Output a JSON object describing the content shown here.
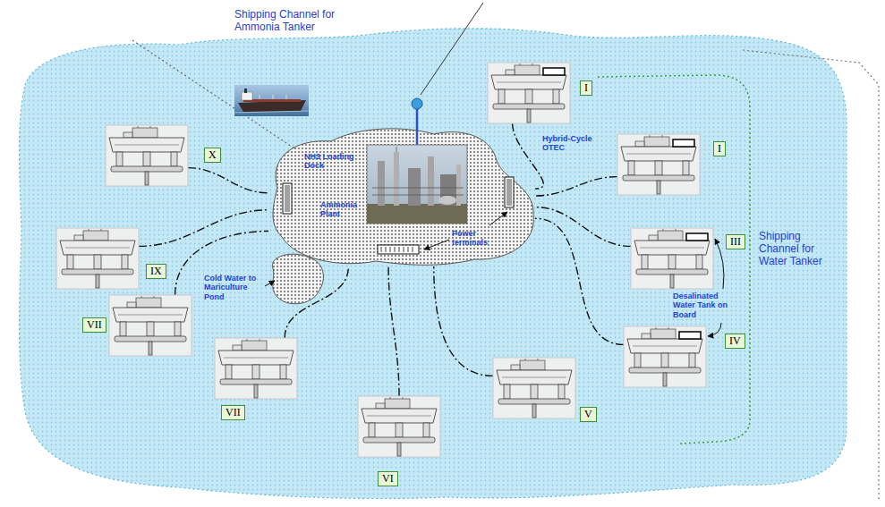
{
  "diagram": {
    "nodes": [
      {
        "text": [
          "NH3 Loading Dock",
          "Ammonia Plant",
          "Power terminals"
        ]
      },
      {
        "text": [
          "I"
        ]
      },
      {
        "text": [
          "I"
        ]
      },
      {
        "text": [
          "III"
        ]
      },
      {
        "text": [
          "IV"
        ]
      },
      {
        "text": [
          "V"
        ]
      },
      {
        "text": [
          "VI"
        ]
      },
      {
        "text": [
          "VII"
        ]
      },
      {
        "text": [
          "VII"
        ]
      },
      {
        "text": [
          "IX"
        ]
      },
      {
        "text": [
          "X"
        ]
      }
    ],
    "edges": [
      {
        "from": 1,
        "to": 0,
        "arrow": "none"
      },
      {
        "from": 2,
        "to": 0,
        "arrow": "none"
      },
      {
        "from": 3,
        "to": 0,
        "arrow": "none"
      },
      {
        "from": 4,
        "to": 0,
        "arrow": "none"
      },
      {
        "from": 5,
        "to": 0,
        "arrow": "none"
      },
      {
        "from": 6,
        "to": 0,
        "arrow": "none"
      },
      {
        "from": 7,
        "to": 0,
        "arrow": "none"
      },
      {
        "from": 8,
        "to": 0,
        "arrow": "none"
      },
      {
        "from": 9,
        "to": 0,
        "arrow": "none"
      },
      {
        "from": 10,
        "to": 0,
        "arrow": "none"
      }
    ],
    "labels": [
      "Shipping Channel for Ammonia Tanker",
      "Hybrid-Cycle OTEC",
      "Cold Water to Mariculture Pond",
      "Desalinated Water Tank on Board",
      "Shipping Channel for Water Tanker"
    ]
  }
}
